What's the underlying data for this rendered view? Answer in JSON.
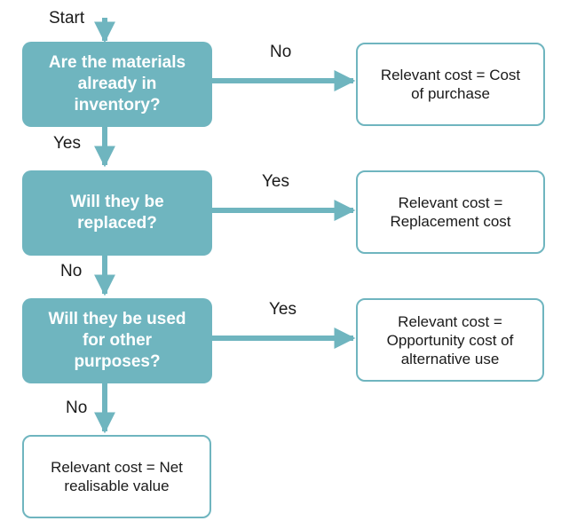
{
  "start_label": "Start",
  "colors": {
    "accent": "#6fb5bf",
    "decision_text": "#ffffff",
    "text": "#1a1a1a"
  },
  "decisions": [
    {
      "text": "Are the materials\nalready in\ninventory?",
      "side_label": "No",
      "down_label": "Yes"
    },
    {
      "text": "Will they be\nreplaced?",
      "side_label": "Yes",
      "down_label": "No"
    },
    {
      "text": "Will they be used\nfor other\npurposes?",
      "side_label": "Yes",
      "down_label": "No"
    }
  ],
  "outcomes": [
    "Relevant cost = Cost\nof purchase",
    "Relevant cost =\nReplacement cost",
    "Relevant cost =\nOpportunity cost of\nalternative use",
    "Relevant cost = Net\nrealisable value"
  ]
}
